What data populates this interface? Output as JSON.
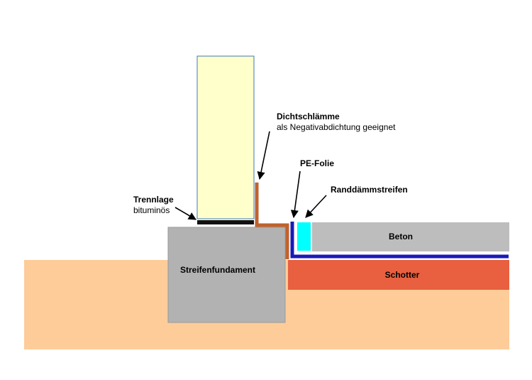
{
  "colors": {
    "ground": "#fdcc99",
    "wall": "#ffffcc",
    "wall_outline": "#3c78b4",
    "foundation": "#b2b2b2",
    "separation_layer": "#111111",
    "slurry": "#c0622c",
    "pe_film": "#1a1ab8",
    "concrete": "#bdbdbd",
    "gravel": "#e8603f",
    "edge_strip": "#00ffff",
    "arrow": "#000000"
  },
  "labels": {
    "dichtschlaemme_title": "Dichtschlämme",
    "dichtschlaemme_sub": "als Negativabdichtung geeignet",
    "pe_folie": "PE-Folie",
    "randdaemmstreifen": "Randdämmstreifen",
    "trennlage_title": "Trennlage",
    "trennlage_sub": "bituminös",
    "streifenfundament": "Streifenfundament",
    "beton": "Beton",
    "schotter": "Schotter"
  }
}
